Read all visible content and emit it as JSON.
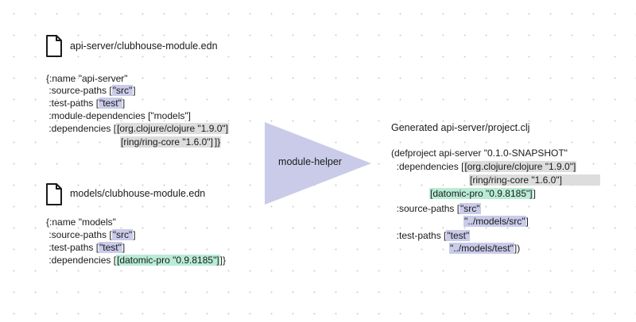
{
  "colors": {
    "arrow_fill": "#c9cbe9",
    "highlight_blue": "#c9cbe9",
    "highlight_gray": "#dddddd",
    "highlight_green": "#b9ecd6"
  },
  "files": {
    "api": {
      "icon": "file-icon",
      "title": "api-server/clubhouse-module.edn",
      "l1a": "{:name \"api-server\"",
      "l2a": " :source-paths [",
      "l2b": "\"src\"",
      "l2c": "]",
      "l3a": " :test-paths [",
      "l3b": "\"test\"",
      "l3c": "]",
      "l4a": " :module-dependencies [\"models\"]",
      "l5a": " :dependencies [",
      "l5b": "[org.clojure/clojure \"1.9.0\"]",
      "l6a": "[ring/ring-core \"1.6.0\"]",
      "l6b": "]}"
    },
    "models": {
      "icon": "file-icon",
      "title": "models/clubhouse-module.edn",
      "l1a": "{:name \"models\"",
      "l2a": " :source-paths [",
      "l2b": "\"src\"",
      "l2c": "]",
      "l3a": " :test-paths [",
      "l3b": "\"test\"",
      "l3c": "]",
      "l4a": " :dependencies [",
      "l4b": "[datomic-pro \"0.9.8185\"]",
      "l4c": "]}"
    }
  },
  "helper": {
    "label": "module-helper"
  },
  "output": {
    "title": "Generated api-server/project.clj",
    "l1": "(defproject api-server \"0.1.0-SNAPSHOT\"",
    "l2a": "  :dependencies [",
    "l2b": "[org.clojure/clojure \"1.9.0\"]",
    "l3": "[ring/ring-core \"1.6.0\"]",
    "l4a": "[datomic-pro \"0.9.8185\"]",
    "l4b": "]",
    "l5a": "  :source-paths [",
    "l5b": "\"src\"",
    "l6a": "\"../models/src\"",
    "l6b": "]",
    "l7a": "  :test-paths [",
    "l7b": "\"test\"",
    "l8a": "\"../models/test\"",
    "l8b": "])"
  }
}
